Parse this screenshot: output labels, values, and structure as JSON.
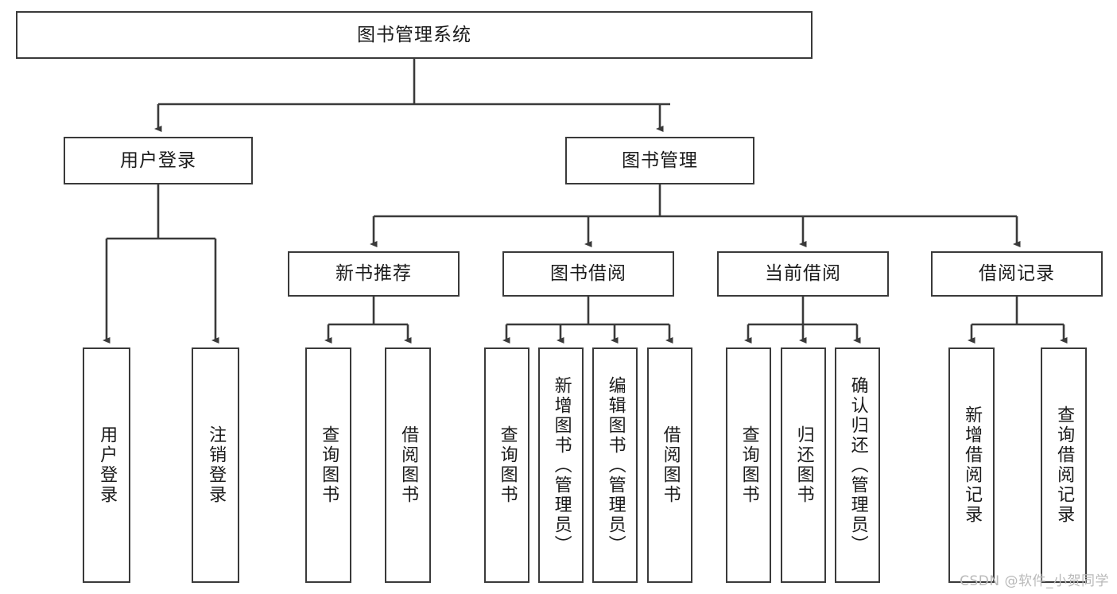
{
  "diagram": {
    "title": "图书管理系统",
    "type": "tree",
    "colors": {
      "box_border": "#3a3a3a",
      "box_fill": "#ffffff",
      "edge": "#3a3a3a",
      "text": "#1b1b1b",
      "watermark": "#b9b9b9",
      "background": "#ffffff"
    },
    "root": {
      "label": "图书管理系统"
    },
    "level2": [
      {
        "label": "用户登录"
      },
      {
        "label": "图书管理"
      }
    ],
    "level3": [
      {
        "label": "新书推荐"
      },
      {
        "label": "图书借阅"
      },
      {
        "label": "当前借阅"
      },
      {
        "label": "借阅记录"
      }
    ],
    "leaves": {
      "user_login": [
        {
          "label": "用户登录"
        },
        {
          "label": "注销登录"
        }
      ],
      "new_book": [
        {
          "label": "查询图书"
        },
        {
          "label": "借阅图书"
        }
      ],
      "book_borrow": [
        {
          "label": "查询图书"
        },
        {
          "label": "新增图书（管理员）"
        },
        {
          "label": "编辑图书（管理员）"
        },
        {
          "label": "借阅图书"
        }
      ],
      "current_borrow": [
        {
          "label": "查询图书"
        },
        {
          "label": "归还图书"
        },
        {
          "label": "确认归还（管理员）"
        }
      ],
      "borrow_record": [
        {
          "label": "新增借阅记录"
        },
        {
          "label": "查询借阅记录"
        }
      ]
    }
  },
  "watermark": {
    "text": "CSDN @软件_小贺同学"
  }
}
